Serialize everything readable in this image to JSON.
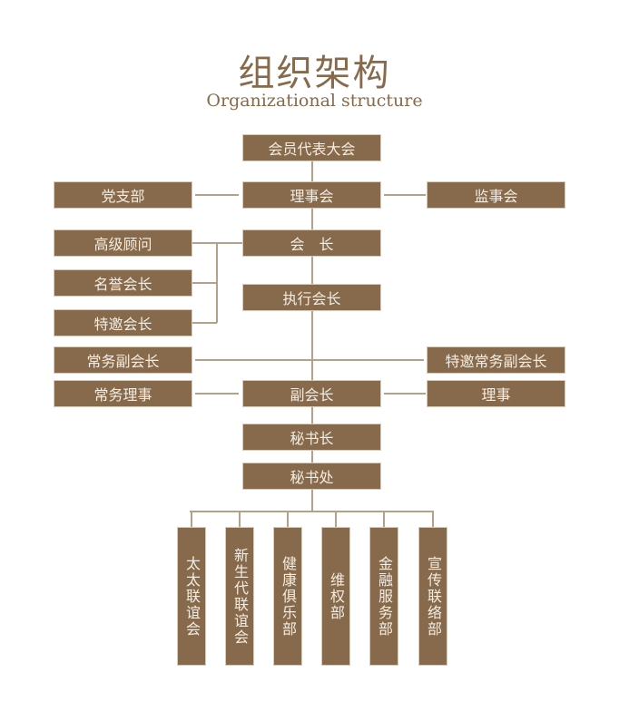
{
  "title": "组织架构",
  "subtitle": "Organizational structure",
  "nodes": {
    "congress": "会员代表大会",
    "council": "理事会",
    "party": "党支部",
    "supervisory": "监事会",
    "president": "会　长",
    "advisor": "高级顾问",
    "honorary": "名誉会长",
    "invited": "特邀会长",
    "executive": "执行会长",
    "standing_vp": "常务副会长",
    "invited_standing_vp": "特邀常务副会长",
    "standing_director": "常务理事",
    "vp": "副会长",
    "director": "理事",
    "secretary_general": "秘书长",
    "secretariat": "秘书处"
  },
  "departments": [
    "太太联谊会",
    "新生代联谊会",
    "健康俱乐部",
    "维权部",
    "金融服务部",
    "宣传联络部"
  ],
  "colors": {
    "box": "#876a4b",
    "line": "#b5a08a"
  }
}
